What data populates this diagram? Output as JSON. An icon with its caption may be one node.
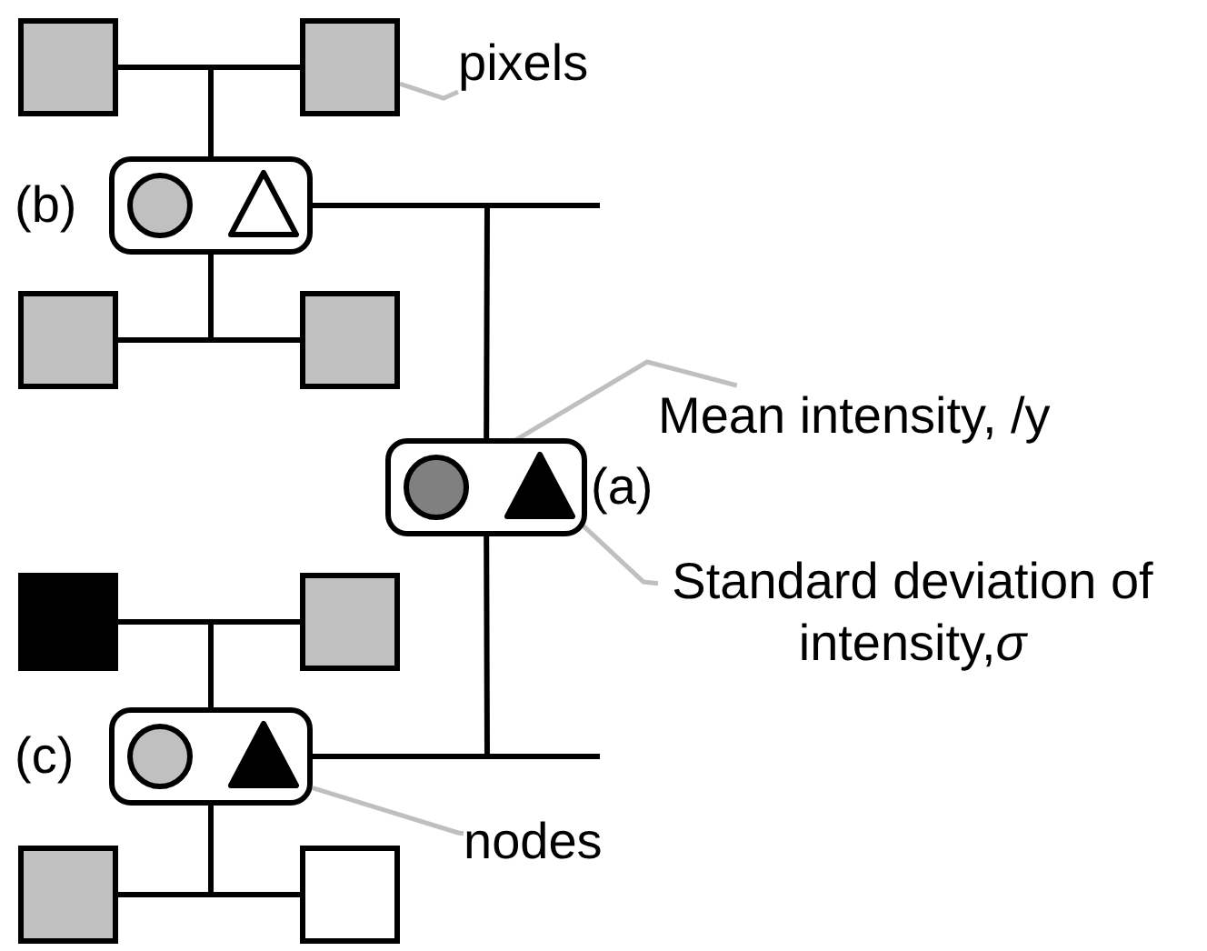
{
  "diagram": {
    "nodes": [
      {
        "text": [],
        "shape": "box"
      },
      {
        "text": [],
        "shape": "box"
      },
      {
        "text": [
          "pixels"
        ]
      },
      {
        "text": [],
        "shape": "box",
        "beside": [
          "(b)"
        ]
      },
      {
        "text": [],
        "shape": "circle",
        "in": 3
      },
      {
        "text": [],
        "shape": "triangle",
        "in": 3
      },
      {
        "text": [],
        "shape": "box"
      },
      {
        "text": [],
        "shape": "box"
      },
      {
        "text": [
          "Mean intensity, /y"
        ]
      },
      {
        "text": [],
        "shape": "box",
        "beside": [
          "(a)"
        ]
      },
      {
        "text": [],
        "shape": "circle",
        "in": 9
      },
      {
        "text": [],
        "shape": "triangle",
        "in": 9
      },
      {
        "text": [
          "Standard deviation of intensity,*σ*"
        ]
      },
      {
        "text": [],
        "shape": "box"
      },
      {
        "text": [],
        "shape": "box"
      },
      {
        "text": [],
        "shape": "box",
        "beside": [
          "(c)"
        ]
      },
      {
        "text": [],
        "shape": "circle",
        "in": 15
      },
      {
        "text": [],
        "shape": "triangle",
        "in": 15
      },
      {
        "text": [],
        "shape": "box"
      },
      {
        "text": [],
        "shape": "box"
      },
      {
        "text": [
          "nodes"
        ]
      }
    ],
    "edges": [
      {
        "from": 3,
        "to": 0,
        "arrow": "none"
      },
      {
        "from": 3,
        "to": 1,
        "arrow": "none"
      },
      {
        "from": 3,
        "to": 6,
        "arrow": "none"
      },
      {
        "from": 3,
        "to": 7,
        "arrow": "none"
      },
      {
        "from": 9,
        "to": 3,
        "arrow": "none"
      },
      {
        "from": 3,
        "to": null,
        "arrow": "none"
      },
      {
        "from": 15,
        "to": 13,
        "arrow": "none"
      },
      {
        "from": 15,
        "to": 14,
        "arrow": "none"
      },
      {
        "from": 15,
        "to": 18,
        "arrow": "none"
      },
      {
        "from": 15,
        "to": 19,
        "arrow": "none"
      },
      {
        "from": 9,
        "to": 15,
        "arrow": "none"
      },
      {
        "from": 15,
        "to": null,
        "arrow": "none"
      },
      {
        "from": 2,
        "to": 1,
        "arrow": "none",
        "color": "#bfbfbf"
      },
      {
        "from": 8,
        "to": 10,
        "arrow": "none",
        "color": "#bfbfbf"
      },
      {
        "from": 12,
        "to": 11,
        "arrow": "none",
        "color": "#bfbfbf"
      },
      {
        "from": 20,
        "to": 15,
        "arrow": "none",
        "color": "#bfbfbf"
      }
    ]
  }
}
